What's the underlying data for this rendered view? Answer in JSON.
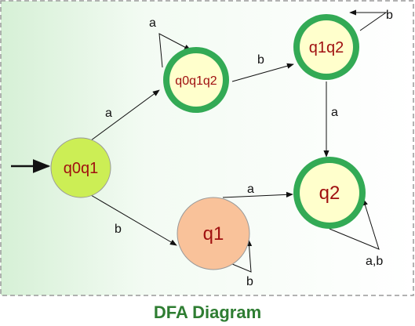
{
  "caption": "DFA Diagram",
  "colors": {
    "start_state_fill": "#ccee55",
    "accept_state_fill": "#ffffcc",
    "accept_state_ring": "#33aa55",
    "q1_fill": "#f9c29a",
    "frame_border": "#999999",
    "caption": "#2e7d32"
  },
  "states": {
    "q0q1": {
      "label": "q0q1",
      "kind": "start"
    },
    "q0q1q2": {
      "label": "q0q1q2",
      "kind": "accept"
    },
    "q1q2": {
      "label": "q1q2",
      "kind": "accept"
    },
    "q1": {
      "label": "q1",
      "kind": "normal"
    },
    "q2": {
      "label": "q2",
      "kind": "accept"
    }
  },
  "transitions": [
    {
      "from": "q0q1",
      "to": "q0q1q2",
      "label": "a"
    },
    {
      "from": "q0q1",
      "to": "q1",
      "label": "b"
    },
    {
      "from": "q0q1q2",
      "to": "q0q1q2",
      "label": "a"
    },
    {
      "from": "q0q1q2",
      "to": "q1q2",
      "label": "b"
    },
    {
      "from": "q1q2",
      "to": "q1q2",
      "label": "b"
    },
    {
      "from": "q1q2",
      "to": "q2",
      "label": "a"
    },
    {
      "from": "q1",
      "to": "q2",
      "label": "a"
    },
    {
      "from": "q1",
      "to": "q1",
      "label": "b"
    },
    {
      "from": "q2",
      "to": "q2",
      "label": "a,b"
    }
  ]
}
